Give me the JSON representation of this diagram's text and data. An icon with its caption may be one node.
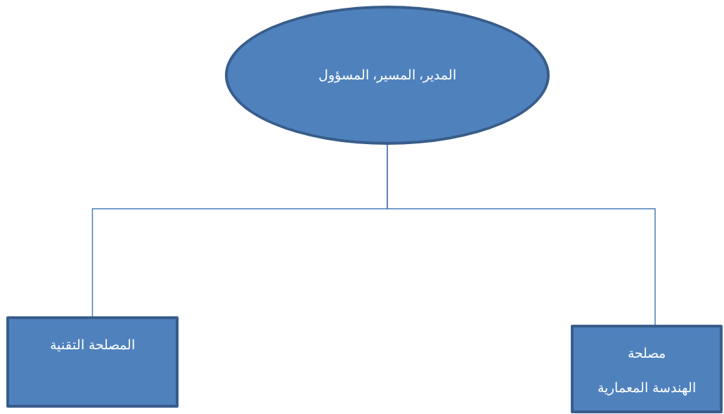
{
  "diagram": {
    "nodes": [
      {
        "text": [
          "المدير، المسير، المسؤول"
        ]
      },
      {
        "text": [
          "المصلحة التقنية"
        ]
      },
      {
        "text": [
          "مصلحة",
          "الهندسة المعمارية"
        ]
      }
    ],
    "edges": [
      {
        "from": 0,
        "to": 1,
        "arrow": "none"
      },
      {
        "from": 0,
        "to": 2,
        "arrow": "none"
      }
    ]
  }
}
